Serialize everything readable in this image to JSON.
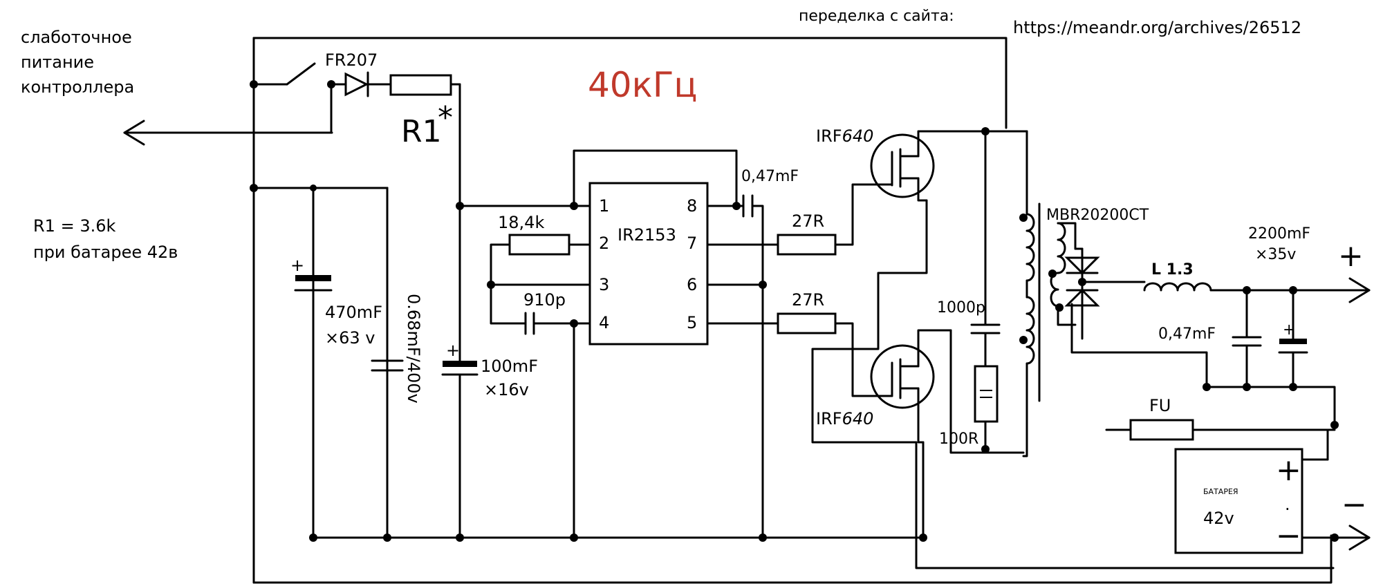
{
  "notes": {
    "source_label": "переделка с сайта:",
    "source_url": "https://meandr.org/archives/26512",
    "frequency": "40кГц",
    "supply_label_1": "слаботочное",
    "supply_label_2": "питание",
    "supply_label_3": "контроллера",
    "r1_value": "R1 = 3.6k",
    "r1_condition": "при батарее 42в"
  },
  "components": {
    "diode_fr207": "FR207",
    "r1": "R1",
    "r1_mark": "*",
    "ic": "IR2153",
    "ic_pins": [
      "1",
      "2",
      "3",
      "4",
      "8",
      "7",
      "6",
      "5"
    ],
    "r_timing": "18,4k",
    "c_timing": "910p",
    "c_boot": "0,47mF",
    "r_gate_top": "27R",
    "r_gate_bottom": "27R",
    "mosfet_top_prefix": "IRF",
    "mosfet_top_num": "640",
    "mosfet_bottom_prefix": "IRF",
    "mosfet_bottom_num": "640",
    "c_snubber": "1000p",
    "r_snubber": "100R",
    "rectifier": "MBR20200CT",
    "inductor": "L 1.3",
    "c_out_film": "0,47mF",
    "c_out_elec_1": "2200mF",
    "c_out_elec_2": "×35v",
    "fuse": "FU",
    "battery_name": "БАТАРЕЯ",
    "battery_voltage": "42v",
    "c_bulk_1": "470mF",
    "c_bulk_2": "×63 v",
    "c_film_hv": "0.68mF/400v",
    "c_vcc_1": "100mF",
    "c_vcc_2": "×16v",
    "plus_sign": "+",
    "minus_sign": "−",
    "batt_plus": "+",
    "batt_minus": "−",
    "batt_dot": "·"
  }
}
